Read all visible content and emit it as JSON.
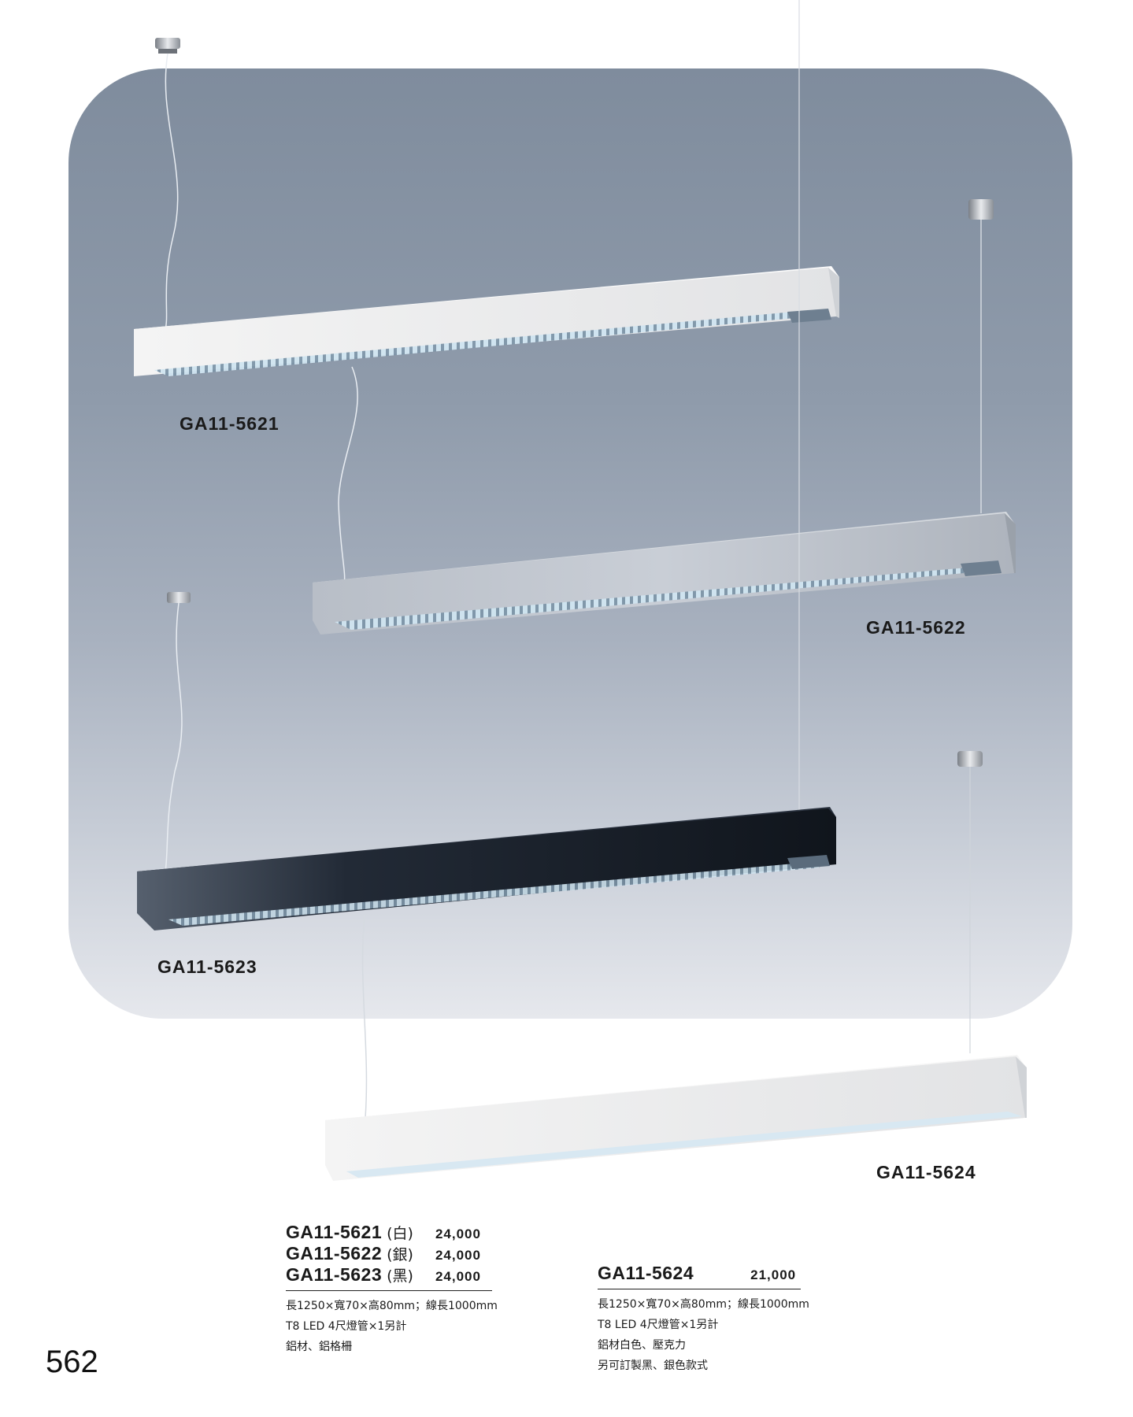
{
  "labels": {
    "l1": "GA11-5621",
    "l2": "GA11-5622",
    "l3": "GA11-5623",
    "l4": "GA11-5624"
  },
  "specs_left": {
    "rows": [
      {
        "model": "GA11-5621",
        "color": "(白)",
        "price": "24,000"
      },
      {
        "model": "GA11-5622",
        "color": "(銀)",
        "price": "24,000"
      },
      {
        "model": "GA11-5623",
        "color": "(黑)",
        "price": "24,000"
      }
    ],
    "details": [
      "長1250×寬70×高80mm；線長1000mm",
      "T8 LED 4尺燈管×1另計",
      "鋁材、鋁格柵"
    ]
  },
  "specs_right": {
    "model": "GA11-5624",
    "price": "21,000",
    "details": [
      "長1250×寬70×高80mm；線長1000mm",
      "T8 LED 4尺燈管×1另計",
      "鋁材白色、壓克力",
      "另可訂製黑、銀色款式"
    ]
  },
  "page_number": "562"
}
